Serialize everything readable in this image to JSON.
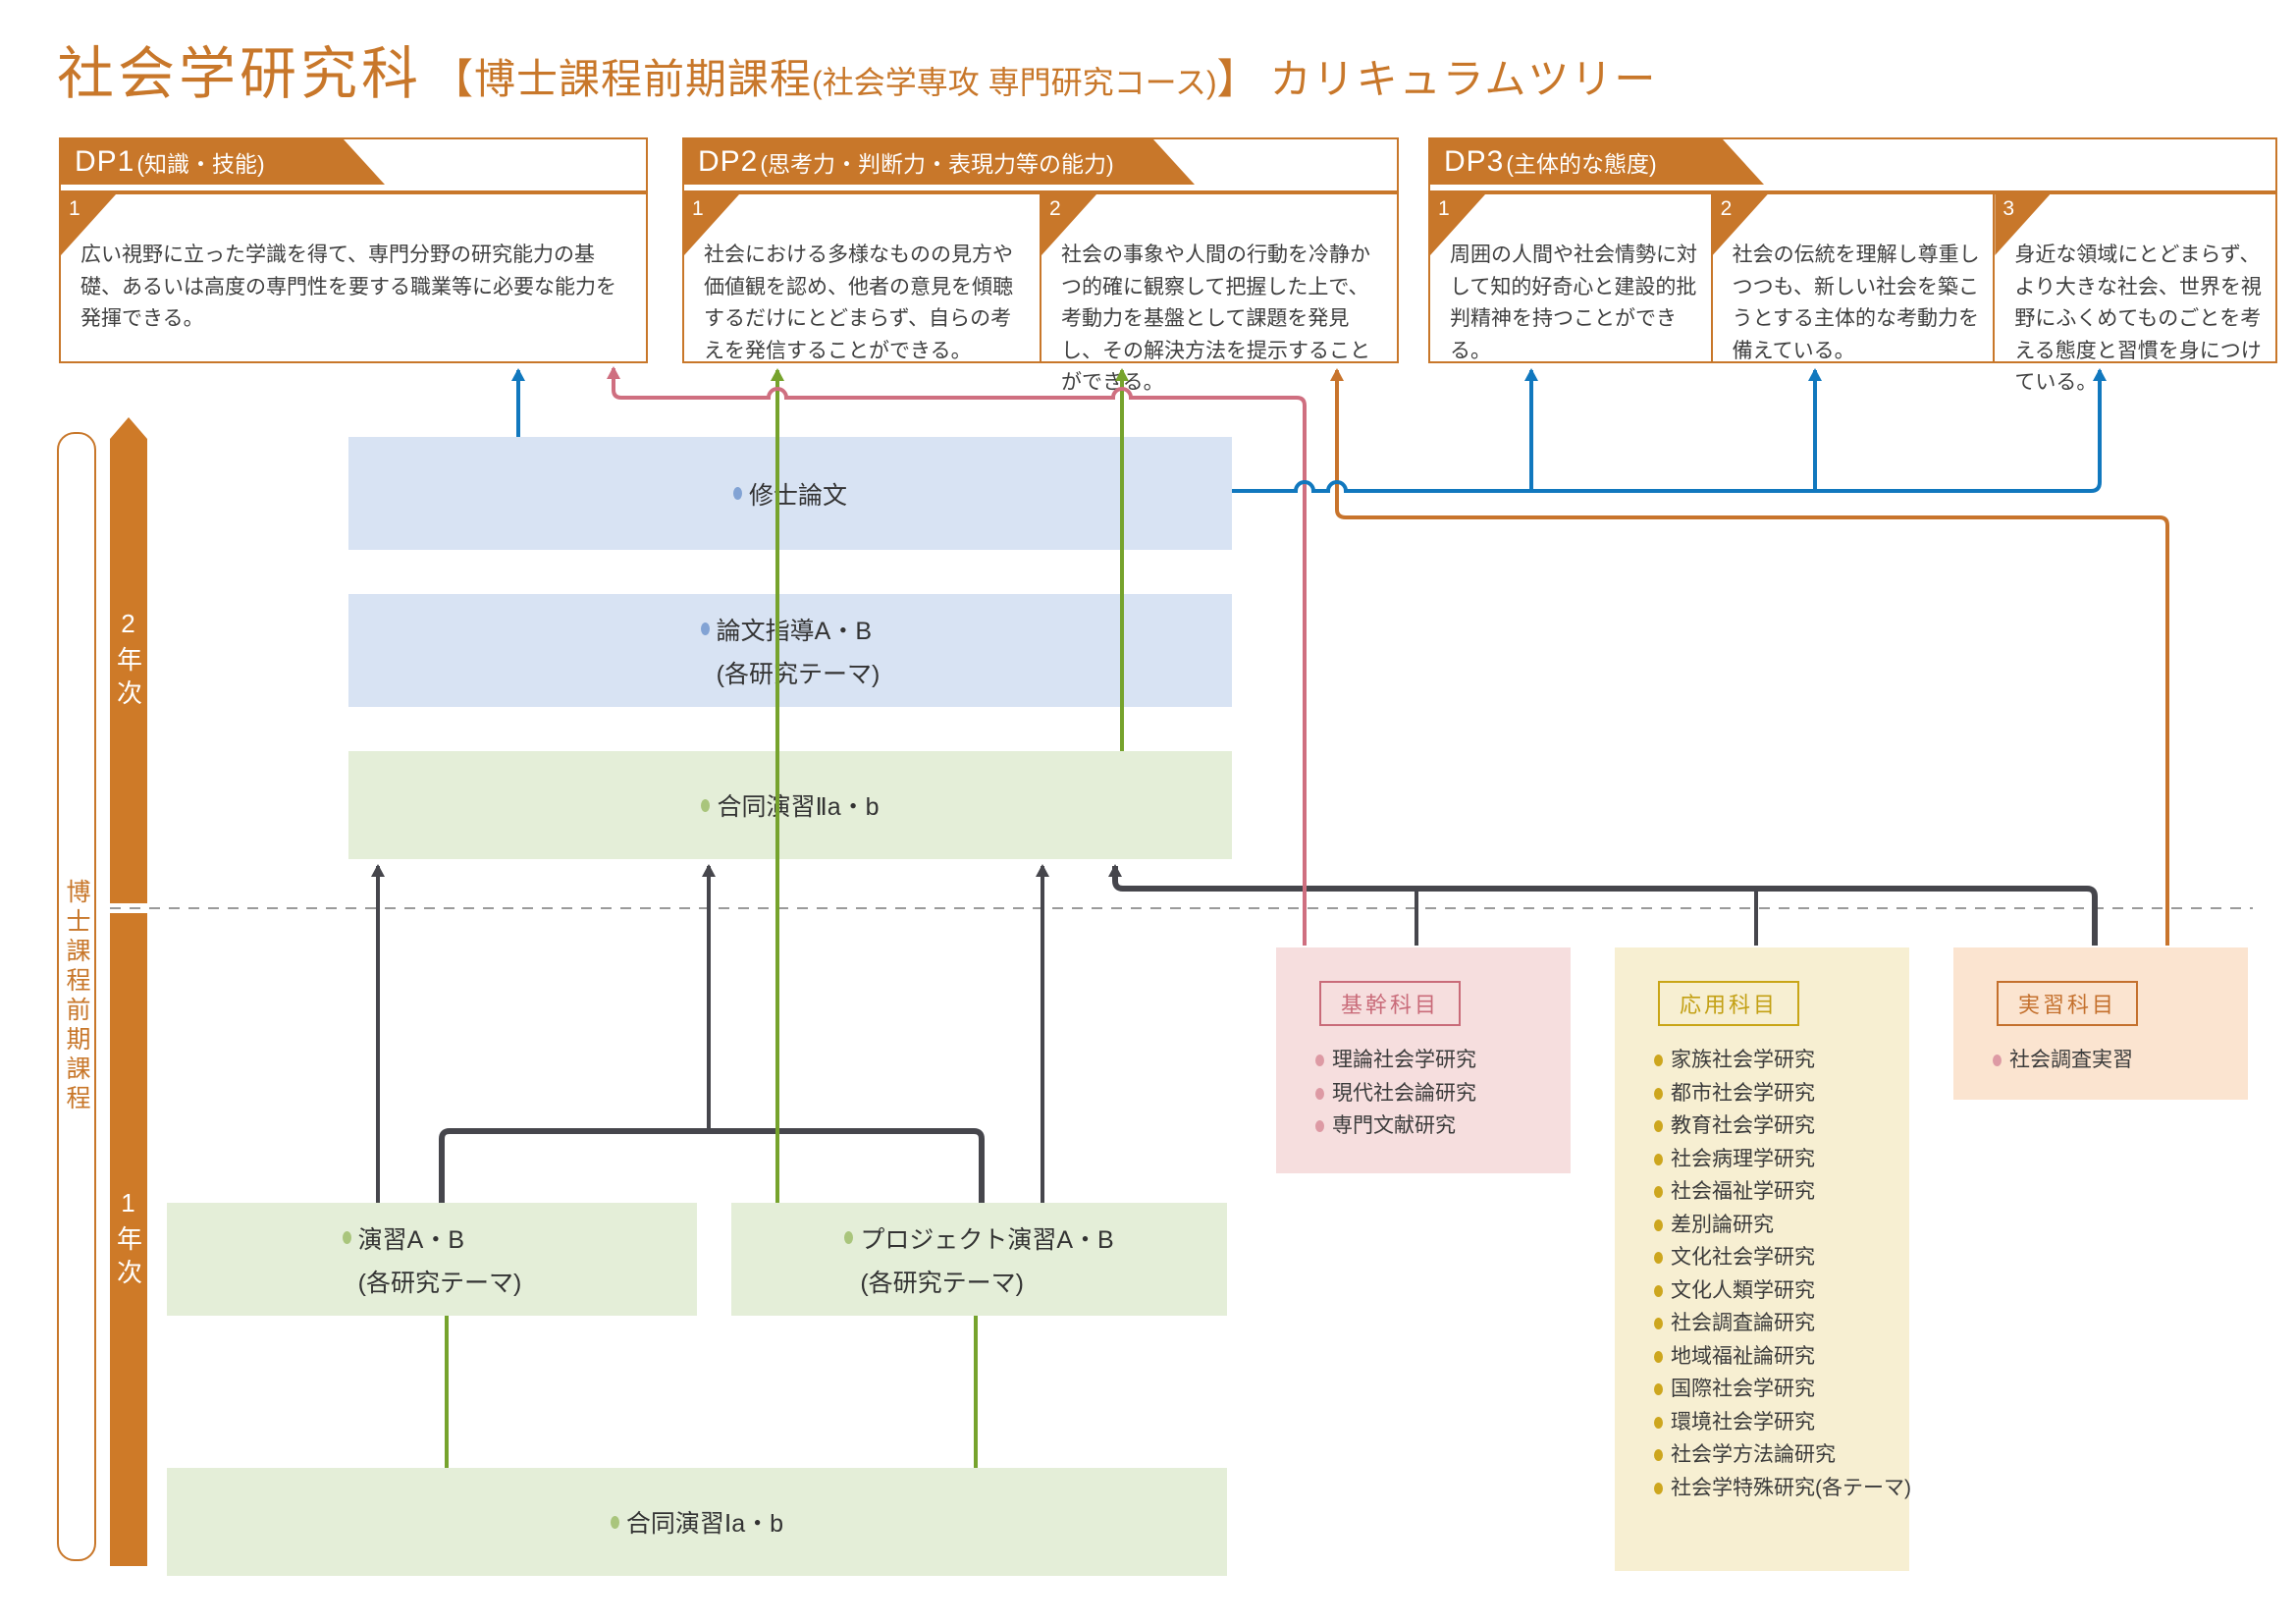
{
  "title": {
    "faculty": "社会学研究科",
    "program_prefix": "【博士課程前期課程",
    "program_paren": "(社会学専攻 専門研究コース)",
    "program_suffix": "】",
    "tree": "カリキュラムツリー"
  },
  "dp_boxes": [
    {
      "title": "DP1",
      "subtitle": "(知識・技能)",
      "items": [
        {
          "num": "1",
          "text": "広い視野に立った学識を得て、専門分野の研究能力の基礎、あるいは高度の専門性を要する職業等に必要な能力を発揮できる。"
        }
      ]
    },
    {
      "title": "DP2",
      "subtitle": "(思考力・判断力・表現力等の能力)",
      "items": [
        {
          "num": "1",
          "text": "社会における多様なものの見方や価値観を認め、他者の意見を傾聴するだけにとどまらず、自らの考えを発信することができる。"
        },
        {
          "num": "2",
          "text": "社会の事象や人間の行動を冷静かつ的確に観察して把握した上で、考動力を基盤として課題を発見し、その解決方法を提示することができる。"
        }
      ]
    },
    {
      "title": "DP3",
      "subtitle": "(主体的な態度)",
      "items": [
        {
          "num": "1",
          "text": "周囲の人間や社会情勢に対して知的好奇心と建設的批判精神を持つことができる。"
        },
        {
          "num": "2",
          "text": "社会の伝統を理解し尊重しつつも、新しい社会を築こうとする主体的な考動力を備えている。"
        },
        {
          "num": "3",
          "text": "身近な領域にとどまらず、より大きな社会、世界を視野にふくめてものごとを考える態度と習慣を身につけている。"
        }
      ]
    }
  ],
  "left_rail": {
    "program_label": "博士課程前期課程",
    "year2": "2年次",
    "year1": "1年次"
  },
  "courses": {
    "shushi": {
      "label": "修士論文"
    },
    "ronbun": {
      "label": "論文指導A・B",
      "sub": "(各研究テーマ)"
    },
    "godo2": {
      "label": "合同演習Ⅱa・b"
    },
    "enshu": {
      "label": "演習A・B",
      "sub": "(各研究テーマ)"
    },
    "project": {
      "label": "プロジェクト演習A・B",
      "sub": "(各研究テーマ)"
    },
    "godo1": {
      "label": "合同演習Ⅰa・b"
    }
  },
  "categories": [
    {
      "label": "基幹科目",
      "items": [
        "理論社会学研究",
        "現代社会論研究",
        "専門文献研究"
      ]
    },
    {
      "label": "応用科目",
      "items": [
        "家族社会学研究",
        "都市社会学研究",
        "教育社会学研究",
        "社会病理学研究",
        "社会福祉学研究",
        "差別論研究",
        "文化社会学研究",
        "文化人類学研究",
        "社会調査論研究",
        "地域福祉論研究",
        "国際社会学研究",
        "環境社会学研究",
        "社会学方法論研究",
        "社会学特殊研究(各テーマ)"
      ]
    },
    {
      "label": "実習科目",
      "items": [
        "社会調査実習"
      ]
    }
  ],
  "colors": {
    "brand_orange": "#c8772a",
    "blue_line": "#1178be",
    "green_line": "#76a32d",
    "pink_line": "#cf6f80",
    "orange_line": "#c8742c",
    "dark_line": "#46464c",
    "blue_box_bg": "#d8e3f3",
    "green_box_bg": "#e4eed8",
    "kikan_bg": "#f6dede",
    "kikan_accent": "#c96b79",
    "oyo_bg": "#f7efd2",
    "oyo_accent": "#c9a516",
    "jisshu_bg": "#fbe4d0",
    "jisshu_accent": "#c4702d"
  }
}
